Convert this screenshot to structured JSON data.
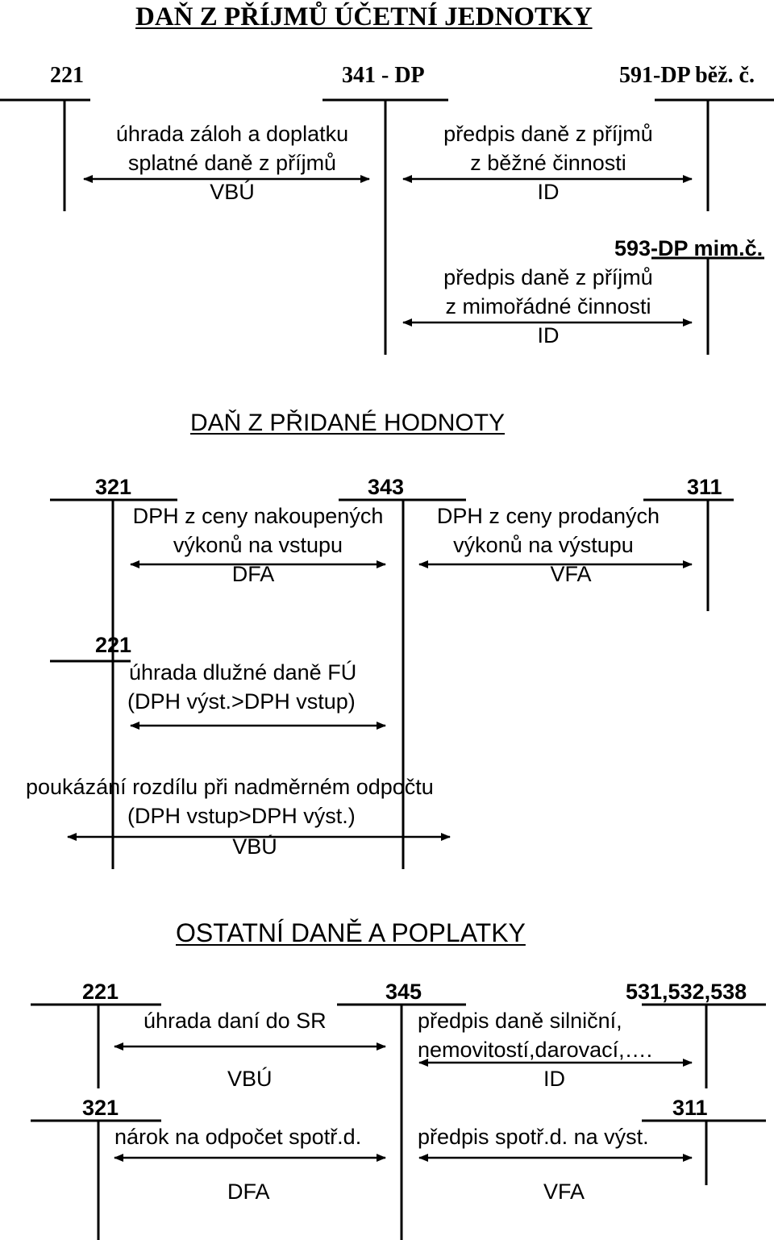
{
  "section1": {
    "title": "DAŇ Z PŘÍJMŮ ÚČETNÍ JEDNOTKY",
    "acct_221": "221",
    "acct_341": "341 - DP",
    "acct_591": "591-DP běž. č.",
    "payment_line1": "úhrada záloh a doplatku",
    "payment_line2": "splatné daně z příjmů",
    "payment_doc": "VBÚ",
    "current_line1": "předpis daně z příjmů",
    "current_line2": "z běžné činnosti",
    "current_doc": "ID",
    "acct_593": "593-DP mim.č.",
    "extra_line1": "předpis daně z příjmů",
    "extra_line2": "z mimořádné činnosti",
    "extra_doc": "ID"
  },
  "section2": {
    "title": "DAŇ Z PŘIDANÉ HODNOTY",
    "acct_321": "321",
    "acct_343": "343",
    "acct_311": "311",
    "input_line1": "DPH z ceny nakoupených",
    "input_line2": "výkonů na vstupu",
    "input_doc": "DFA",
    "output_line1": "DPH z ceny prodaných",
    "output_line2": "výkonů na výstupu",
    "output_doc": "VFA",
    "acct_221": "221",
    "pay_line1": "úhrada  dlužné daně FÚ",
    "pay_line2": "(DPH výst.>DPH vstup)",
    "refund_line1": "poukázání rozdílu při nadměrném odpočtu",
    "refund_line2": "(DPH vstup>DPH výst.)",
    "refund_doc": "VBÚ"
  },
  "section3": {
    "title": "OSTATNÍ DANĚ A POPLATKY",
    "acct_221": "221",
    "acct_345": "345",
    "acct_531": "531,532,538",
    "pay_label": "úhrada daní do SR",
    "pay_doc": "VBÚ",
    "assess_line1": "předpis daně silniční,",
    "assess_line2": "nemovitostí,darovací,….",
    "assess_doc": "ID",
    "acct_321": "321",
    "acct_311": "311",
    "claim_label": "nárok na odpočet spotř.d.",
    "claim_doc": "DFA",
    "excise_label": "předpis spotř.d. na výst.",
    "excise_doc": "VFA"
  }
}
